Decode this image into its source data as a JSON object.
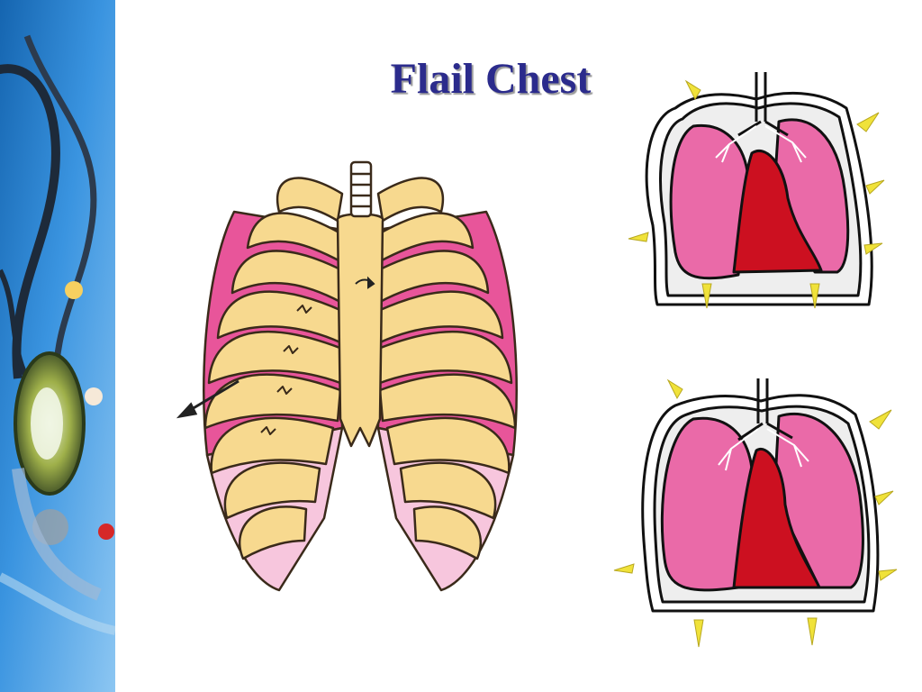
{
  "slide": {
    "title": "Flail Chest"
  },
  "decor": {
    "strip_icons": [
      "stethoscope-icon"
    ]
  },
  "colors": {
    "title": "#2b2b8c",
    "strip_gradient": [
      "#1565b0",
      "#3a94e0",
      "#8cc6f2"
    ],
    "rib": "#f7d98f",
    "rib_outline": "#3a2a1a",
    "lung": "#e8559a",
    "lung_light": "#ea6aa8",
    "cartilage": "#f7c6dd",
    "heart": "#cc1020",
    "arrow_yellow": "#f0e23a"
  },
  "figures": {
    "ribcage": "ribcage-illustration",
    "inspiration": "lung-cross-section-inspiration",
    "expiration": "lung-cross-section-expiration"
  }
}
